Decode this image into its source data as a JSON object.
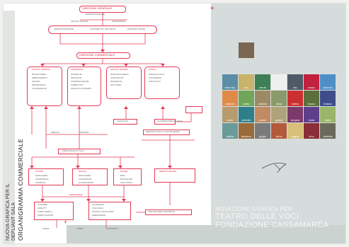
{
  "side_title": {
    "line1": "NUOVA GRAFICA PER IL",
    "line2": "DEPLIANT SALA",
    "line3": "ORGANIGRAMMA COMMERCIALE"
  },
  "diagram": {
    "top": {
      "title": "DIREZIONE GENERALE",
      "subtitle": "AMMINISTRAZIONE",
      "left_label": "UFFICIO LEGALE",
      "right_label": "SEGRETERIA",
      "bar_items": [
        "AMMINISTRAZIONE",
        "CONTABILITA' / BILANCIO",
        "RISORSE UMANE"
      ]
    },
    "middle": {
      "title": "DIREZIONE COMMERCIALE",
      "boxes": [
        {
          "title": "UFFICIO VENDITE",
          "lines": [
            "BIGLIETTERIA",
            "ABBONAMENTI",
            "GRUPPI",
            "PROMOZIONI",
            "CONVENZIONI"
          ]
        },
        {
          "title": "MARKETING",
          "lines": [
            "RICERCHE",
            "SPONSOR",
            "COMUNICAZIONE",
            "PUBBLICITA'",
            "GRAFICA E STAMPA"
          ]
        },
        {
          "title": "UFFICIO STAMPA",
          "lines": [
            "RAPPORTI MEDIA",
            "COMUNICATI",
            "RASSEGNA",
            "SITO WEB"
          ]
        },
        {
          "title": "EVENTI",
          "lines": [
            "NOLEGGI SALA",
            "CONGRESSI",
            "OSPITALITA'"
          ]
        }
      ],
      "mid_labels": [
        "SERVIZI",
        "RISORSE",
        "LOGISTICA"
      ],
      "side_note": "COORDINAMENTO SALE",
      "note_right": "SERVIZI DI SALA / ACCOGLIENZA"
    },
    "lower": {
      "connector": "PERSONALE DI SALA",
      "units": [
        {
          "title": "PLATEA",
          "lines": [
            "MASCHERE",
            "ASSISTENZA",
            "INGRESSI"
          ]
        },
        {
          "title": "PALCHI",
          "lines": [
            "MASCHERE",
            "ASSISTENZA",
            "GUARDAROBA"
          ]
        },
        {
          "title": "FOYER",
          "lines": [
            "BAR",
            "BOOKSHOP",
            "INFO POINT"
          ]
        }
      ],
      "service_box": "SERVIZI TECNICI",
      "bottom_box": "BIGLIETTERIA CENTRALE",
      "personale_label": "PERSONALE",
      "personale_boxes": [
        {
          "lines": [
            "CASSIERI",
            "ADDETTI",
            "TURNI SERALI",
            "PRENOTAZIONI"
          ]
        },
        {
          "lines": [
            "SICUREZZA",
            "VIGILANZA",
            "PRONTO SOCCORSO",
            "EMERGENZE"
          ]
        }
      ],
      "footer_labels": [
        "ORARI",
        "TURNI",
        "CONTRATTI"
      ]
    }
  },
  "palette": {
    "swatches": [
      {
        "color": "#7a6652",
        "label": ""
      },
      {
        "color": "#5b8ea5",
        "label": "blue sky"
      },
      {
        "color": "#c9b26a",
        "label": "oro"
      },
      {
        "color": "#3f7f55",
        "label": "verde"
      },
      {
        "color": "#eef0f0",
        "label": ""
      },
      {
        "color": "#4f5a66",
        "label": "blu"
      },
      {
        "color": "#c2213e",
        "label": "rosso"
      },
      {
        "color": "#4f8fc8",
        "label": "azzurro"
      },
      {
        "color": "#e08a4a",
        "label": "arancio"
      },
      {
        "color": "#6fa65a",
        "label": "prato"
      },
      {
        "color": "#9b8a63",
        "label": "sabbia"
      },
      {
        "color": "#8a9a6a",
        "label": "oliva"
      },
      {
        "color": "#cc2f2f",
        "label": "rubino"
      },
      {
        "color": "#5a6f3a",
        "label": "bosco"
      },
      {
        "color": "#3e4d8a",
        "label": "indaco"
      },
      {
        "color": "#b69b6f",
        "label": "noce"
      },
      {
        "color": "#2f7f8a",
        "label": "petrolio"
      },
      {
        "color": "#c28a63",
        "label": "cuoio"
      },
      {
        "color": "#b0a27a",
        "label": "grano"
      },
      {
        "color": "#7a3a6a",
        "label": "prugna"
      },
      {
        "color": "#5e3f8a",
        "label": "viola"
      },
      {
        "color": "#9ab66a",
        "label": "mela"
      },
      {
        "color": "#6a9a9a",
        "label": "salvia"
      },
      {
        "color": "#9a6a3a",
        "label": "tabacco"
      },
      {
        "color": "#7a7a7a",
        "label": "grigio"
      },
      {
        "color": "#b35a3a",
        "label": "terra"
      },
      {
        "color": "#d8c07a",
        "label": "paglia"
      },
      {
        "color": "#8a2f3a",
        "label": "vino"
      },
      {
        "color": "#6a6a5a",
        "label": "ardesia"
      }
    ]
  },
  "brand": {
    "line1": "NOVAZIONE GRAFICA PER",
    "line2": "TEATRO DELLE VOCI",
    "line3": "FONDAZIONE CASSAMARCA"
  }
}
